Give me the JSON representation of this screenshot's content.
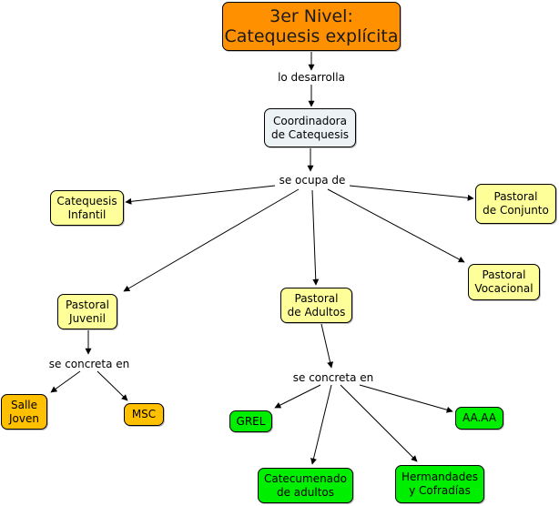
{
  "map": {
    "nodes": {
      "root": "3er Nivel:\nCatequesis explícita",
      "coordinadora": "Coordinadora\nde Catequesis",
      "catequesis_infantil": "Catequesis\nInfantil",
      "pastoral_conjunto": "Pastoral\nde Conjunto",
      "pastoral_vocacional": "Pastoral\nVocacional",
      "pastoral_juvenil": "Pastoral\nJuvenil",
      "pastoral_adultos": "Pastoral\nde Adultos",
      "salle_joven": "Salle\nJoven",
      "msc": "MSC",
      "grel": "GREL",
      "aaaa": "AA.AA",
      "catecumenado": "Catecumenado\nde adultos",
      "hermandades": "Hermandades\ny Cofradías"
    },
    "link_labels": {
      "lo_desarrolla": "lo desarrolla",
      "se_ocupa_de": "se ocupa de",
      "se_concreta_en_juvenil": "se concreta en",
      "se_concreta_en_adultos": "se concreta en"
    },
    "colors": {
      "root": "#ff9000",
      "coordinator": "#edf3f5",
      "concept": "#ffff99",
      "juvenil_leaf": "#ffc000",
      "adultos_leaf": "#00ee00"
    }
  }
}
